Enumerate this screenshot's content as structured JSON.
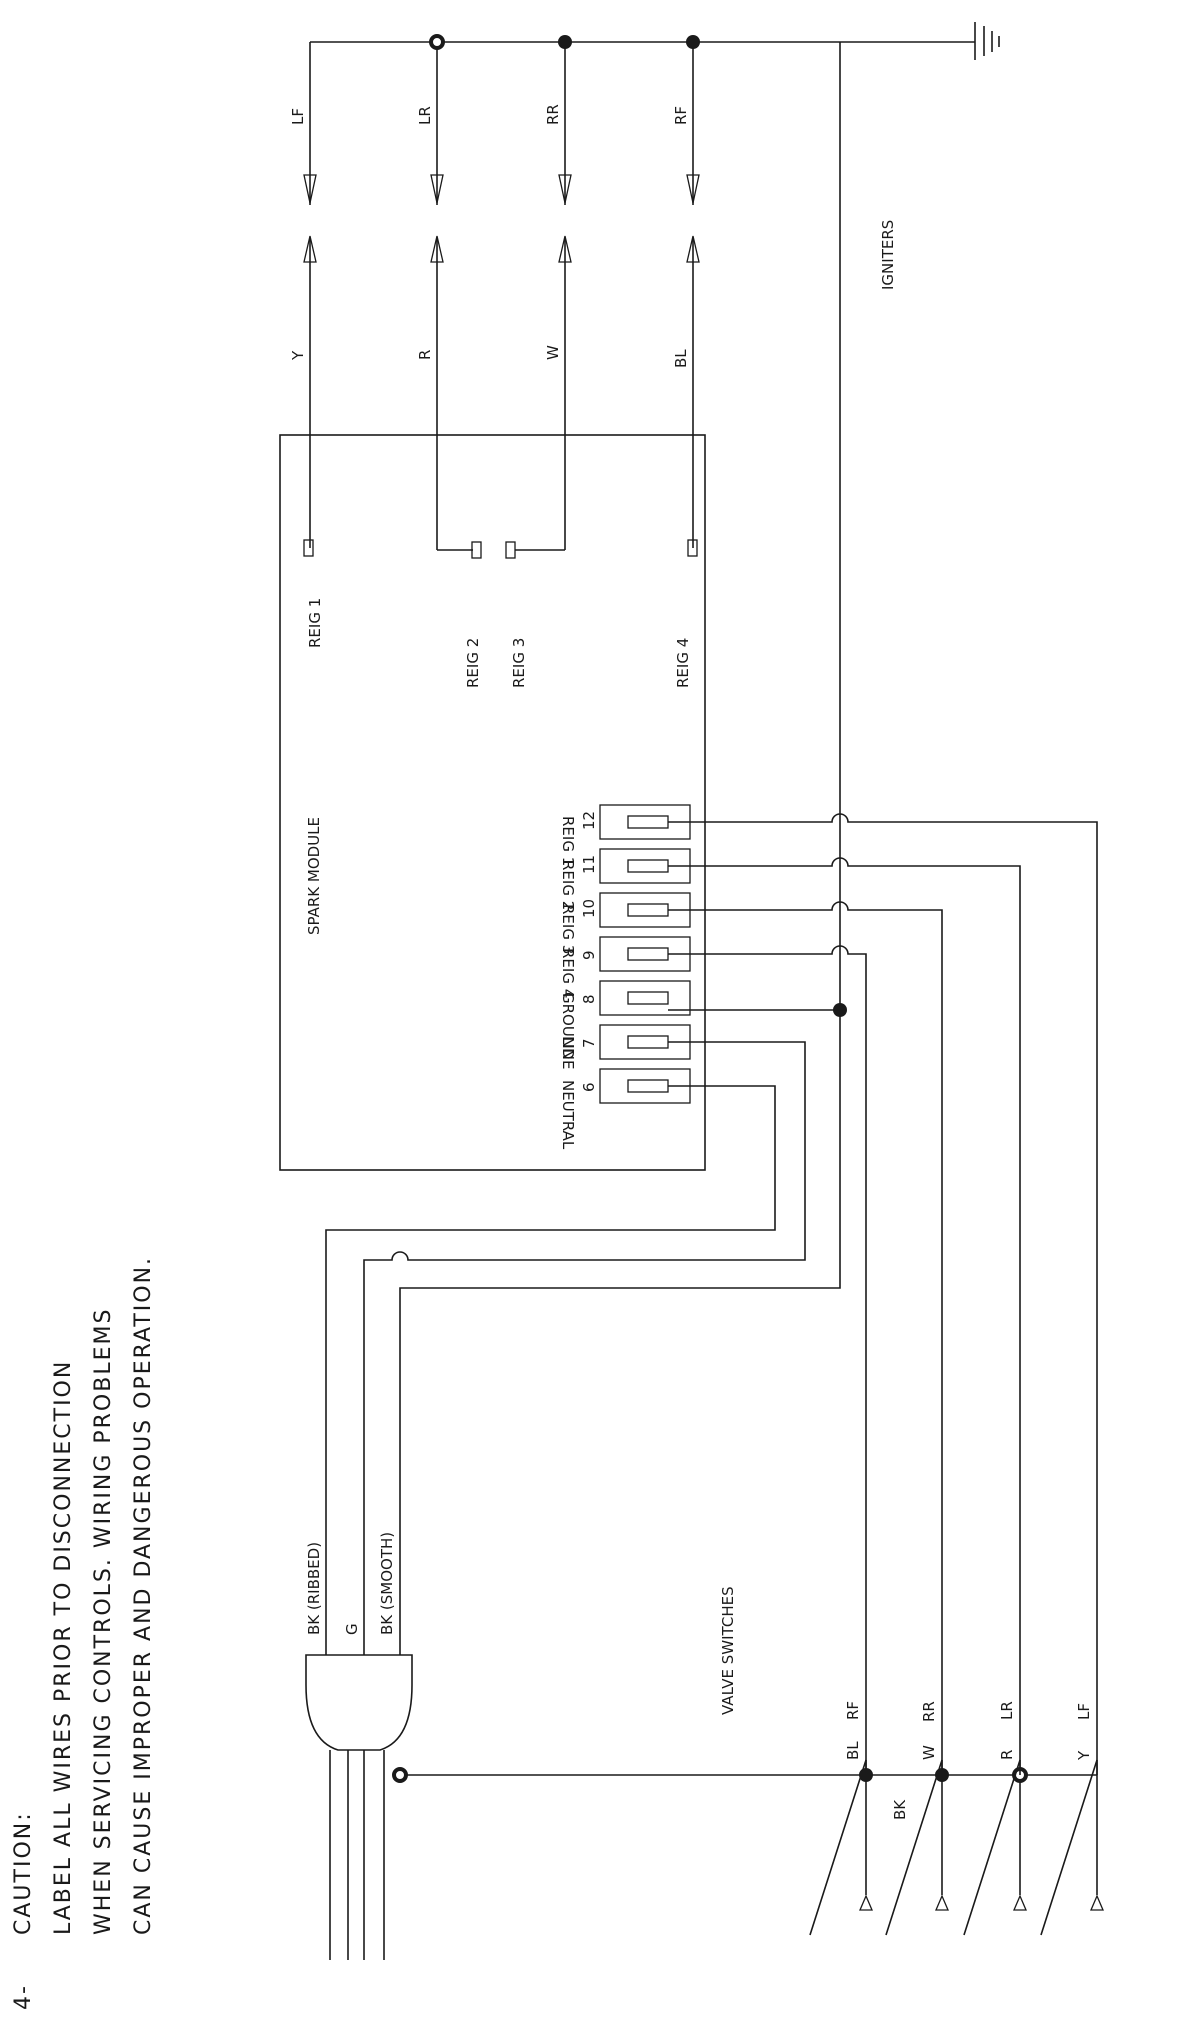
{
  "caution": {
    "number": "4-",
    "lines": [
      "CAUTION:",
      "LABEL ALL WIRES PRIOR TO DISCONNECTION",
      "WHEN SERVICING CONTROLS. WIRING PROBLEMS",
      "CAN CAUSE IMPROPER AND DANGEROUS OPERATION."
    ]
  },
  "igniters": {
    "title": "IGNITERS",
    "positions": [
      "LF",
      "LR",
      "RR",
      "RF"
    ],
    "wire_colors": [
      "Y",
      "R",
      "W",
      "BL"
    ]
  },
  "spark_module": {
    "title": "SPARK MODULE",
    "reig_labels": [
      "REIG 1",
      "REIG 2",
      "REIG 3",
      "REIG 4"
    ],
    "terminals": [
      {
        "num": "12",
        "name": "REIG 1"
      },
      {
        "num": "11",
        "name": "REIG 2"
      },
      {
        "num": "10",
        "name": "REIG 3"
      },
      {
        "num": "9",
        "name": "REIG 4"
      },
      {
        "num": "8",
        "name": "GROUND"
      },
      {
        "num": "7",
        "name": "LINE"
      },
      {
        "num": "6",
        "name": "NEUTRAL"
      }
    ]
  },
  "cord": {
    "wires": [
      "BK (RIBBED)",
      "G",
      "BK (SMOOTH)"
    ]
  },
  "valve_switches": {
    "title": "VALVE SWITCHES",
    "positions": [
      "RF",
      "RR",
      "LR",
      "LF"
    ],
    "wire_colors": [
      "BL",
      "W",
      "R",
      "Y"
    ],
    "common": "BK"
  }
}
